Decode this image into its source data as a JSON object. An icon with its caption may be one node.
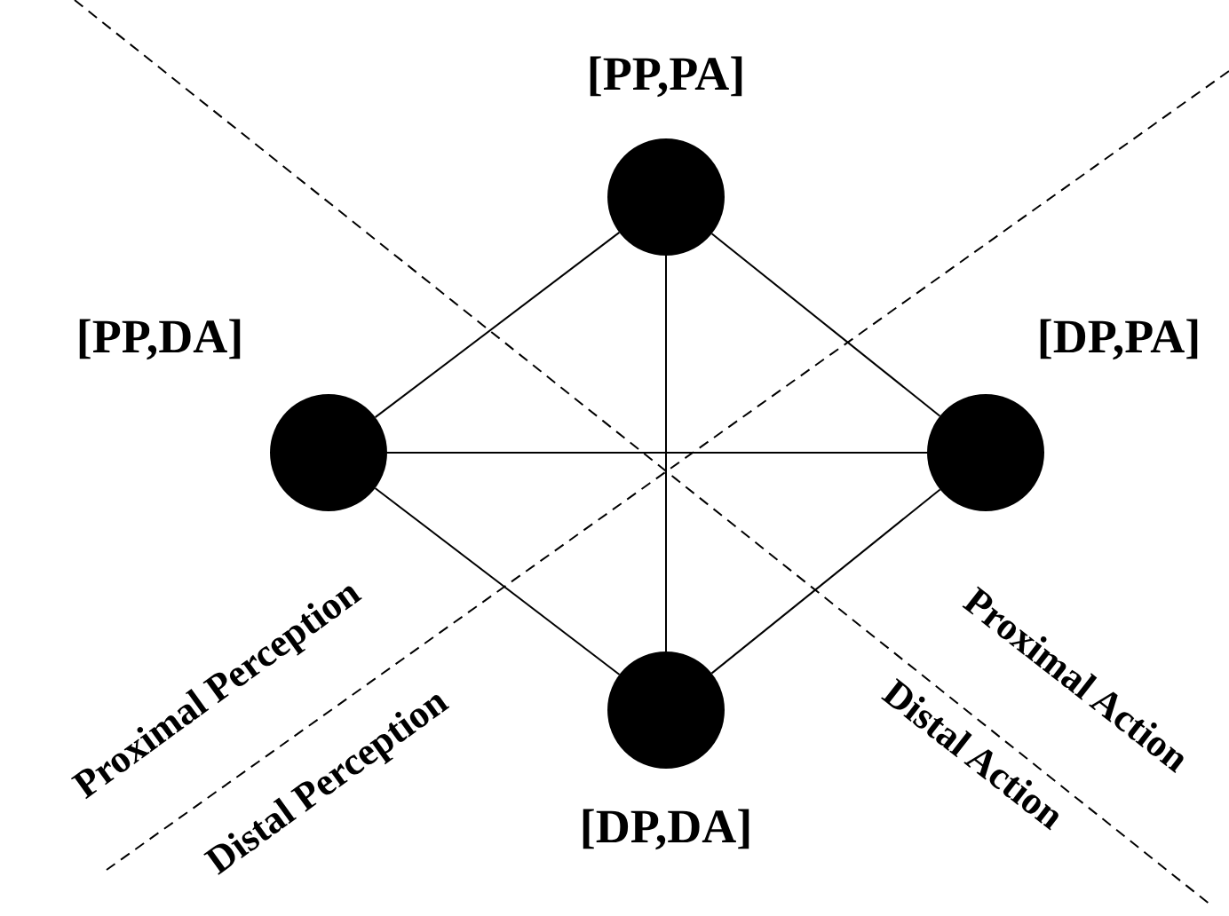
{
  "diagram": {
    "nodes": [
      {
        "text": [],
        "shape": "circle",
        "beside": [
          "[PP,PA]"
        ]
      },
      {
        "text": [],
        "shape": "circle",
        "beside": [
          "[PP,DA]"
        ]
      },
      {
        "text": [],
        "shape": "circle",
        "beside": [
          "[DP,PA]"
        ]
      },
      {
        "text": [],
        "shape": "circle",
        "beside": [
          "[DP,DA]"
        ]
      }
    ],
    "edges": [
      {
        "from": 0,
        "to": 1,
        "arrow": "none"
      },
      {
        "from": 0,
        "to": 2,
        "arrow": "none"
      },
      {
        "from": 1,
        "to": 3,
        "arrow": "none"
      },
      {
        "from": 2,
        "to": 3,
        "arrow": "none"
      },
      {
        "from": 0,
        "to": 3,
        "arrow": "none"
      },
      {
        "from": 1,
        "to": 2,
        "arrow": "none"
      }
    ],
    "labels": [
      "Proximal Perception",
      "Distal Perception",
      "Proximal Action",
      "Distal Action"
    ]
  }
}
